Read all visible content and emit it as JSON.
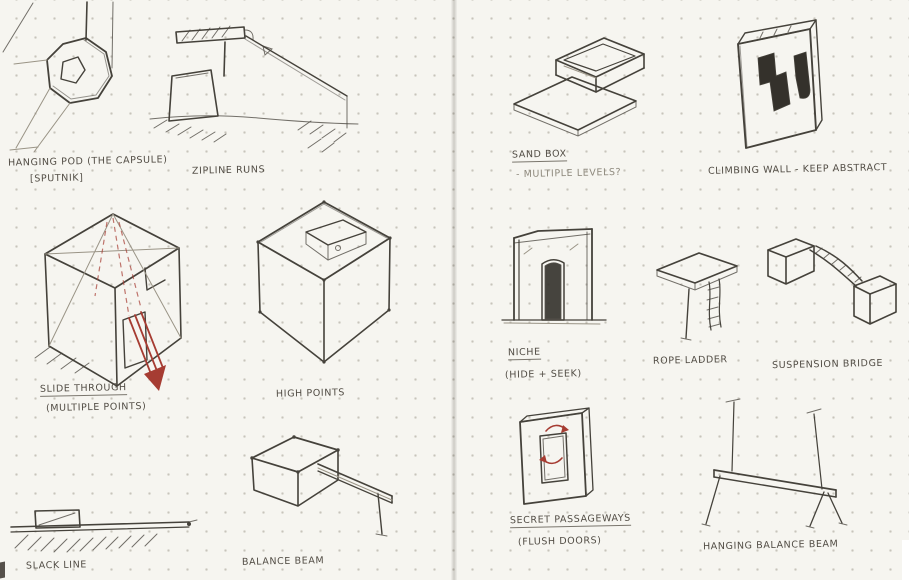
{
  "colors": {
    "paper": "#f6f5f0",
    "dot_grid": "#c7c4bb",
    "pencil": "#45423b",
    "pencil_light": "#9a9486",
    "accent_red": "#a63c32",
    "dark_fill": "#34312b"
  },
  "left_page": {
    "sketches": [
      {
        "id": "hanging-pod",
        "label": "HANGING POD (THE CAPSULE)",
        "label2": "[SPUTNIK]"
      },
      {
        "id": "zipline-runs",
        "label": "ZIPLINE RUNS"
      },
      {
        "id": "slide-through",
        "label": "SLIDE THROUGH",
        "label2": "(MULTIPLE POINTS)"
      },
      {
        "id": "high-points",
        "label": "HIGH POINTS"
      },
      {
        "id": "slack-line",
        "label": "SLACK LINE"
      },
      {
        "id": "balance-beam",
        "label": "BALANCE BEAM"
      }
    ]
  },
  "right_page": {
    "sketches": [
      {
        "id": "sand-box",
        "label": "SAND BOX",
        "label2": "- MULTIPLE LEVELS?"
      },
      {
        "id": "climbing-wall",
        "label": "CLIMBING WALL - KEEP ABSTRACT"
      },
      {
        "id": "niche",
        "label": "NICHE",
        "label2": "(HIDE + SEEK)"
      },
      {
        "id": "rope-ladder",
        "label": "ROPE LADDER"
      },
      {
        "id": "suspension-bridge",
        "label": "SUSPENSION BRIDGE"
      },
      {
        "id": "secret-passageways",
        "label": "SECRET PASSAGEWAYS",
        "label2": "(FLUSH DOORS)"
      },
      {
        "id": "hanging-balance-beam",
        "label": "HANGING BALANCE BEAM"
      }
    ]
  }
}
